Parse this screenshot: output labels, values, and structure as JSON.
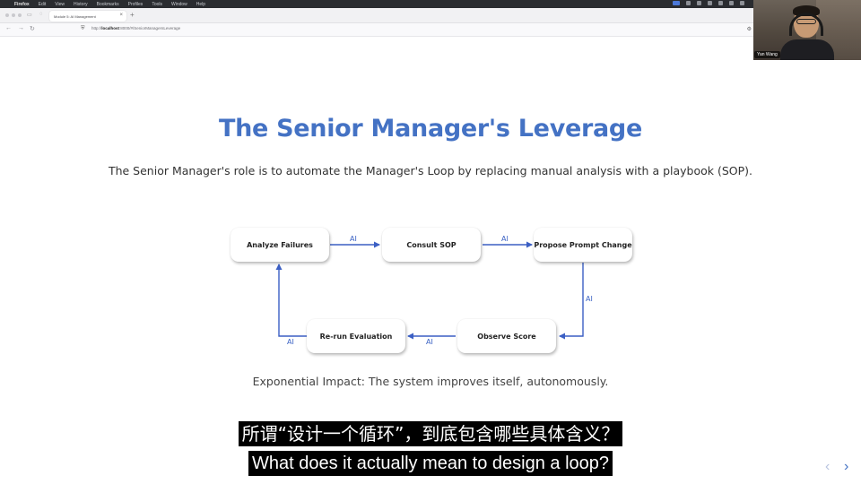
{
  "menubar": {
    "apple": "",
    "items": [
      "Firefox",
      "Edit",
      "View",
      "History",
      "Bookmarks",
      "Profiles",
      "Tools",
      "Window",
      "Help"
    ]
  },
  "browser": {
    "tab_title": "Module 5: AI Management",
    "tab_close": "×",
    "new_tab": "+",
    "nav_back": "←",
    "nav_forward": "→",
    "nav_reload": "↻",
    "url_prefix": "http://",
    "url_host": "localhost",
    "url_path": ":8000/#/SeniorManagersLeverage"
  },
  "webcam": {
    "name": "Yan Wang"
  },
  "slide": {
    "title": "The Senior Manager's Leverage",
    "subtitle": "The Senior Manager's role is to automate the Manager's Loop by replacing manual analysis with a playbook (SOP).",
    "impact": "Exponential Impact: The system improves itself, autonomously.",
    "nodes": {
      "analyze": "Analyze Failures",
      "consult": "Consult SOP",
      "propose": "Propose Prompt Change",
      "observe": "Observe Score",
      "rerun": "Re-run Evaluation"
    },
    "edge_label": "AI"
  },
  "subtitles": {
    "zh": "所谓“设计一个循环”，到底包含哪些具体含义？",
    "en": "What does it actually mean to design a loop?"
  },
  "slide_nav": {
    "prev": "‹",
    "next": "›"
  },
  "colors": {
    "accent": "#4472c4",
    "arrow": "#3b5fc4"
  }
}
